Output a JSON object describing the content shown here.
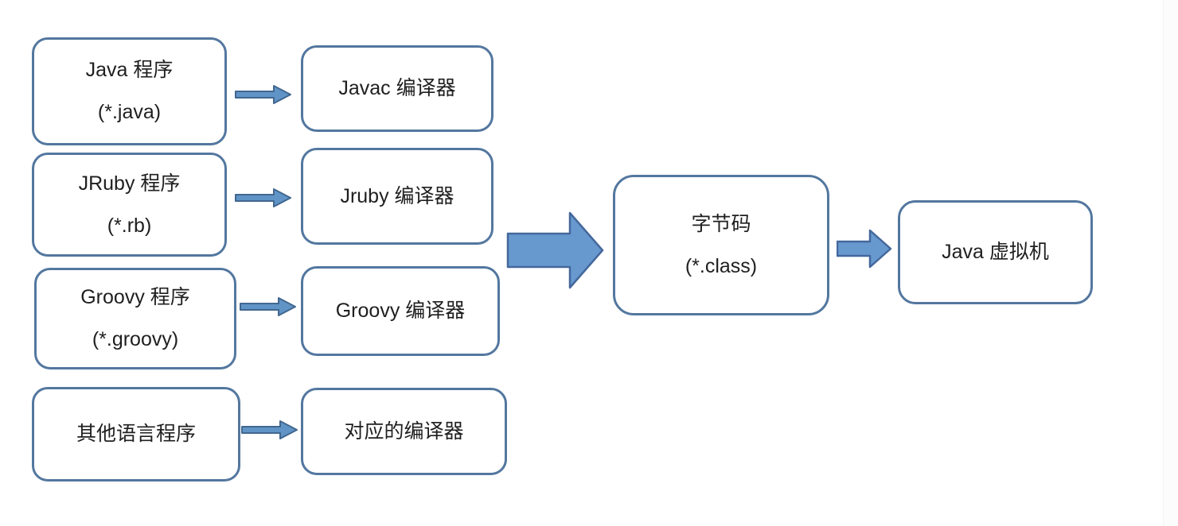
{
  "diagram": {
    "title_meaning": "JVM multi-language compilation flow",
    "colors": {
      "background": "#ffffff",
      "box_border": "#53779f",
      "box_fill": "#ffffff",
      "text": "#1f1f1f",
      "small_arrow_fill": "#6094c6",
      "small_arrow_border": "#41678f",
      "block_arrow_fill": "#6899ce",
      "block_arrow_border": "#44689c"
    },
    "rows": [
      {
        "source": {
          "line1": "Java 程序",
          "line2": "(*.java)"
        },
        "compiler": "Javac 编译器"
      },
      {
        "source": {
          "line1": "JRuby 程序",
          "line2": "(*.rb)"
        },
        "compiler": "Jruby 编译器"
      },
      {
        "source": {
          "line1": "Groovy 程序",
          "line2": "(*.groovy)"
        },
        "compiler": "Groovy 编译器"
      },
      {
        "source": {
          "line1": "其他语言程序",
          "line2": ""
        },
        "compiler": "对应的编译器"
      }
    ],
    "bytecode": {
      "line1": "字节码",
      "line2": "(*.class)"
    },
    "jvm": {
      "label": "Java 虚拟机"
    }
  }
}
